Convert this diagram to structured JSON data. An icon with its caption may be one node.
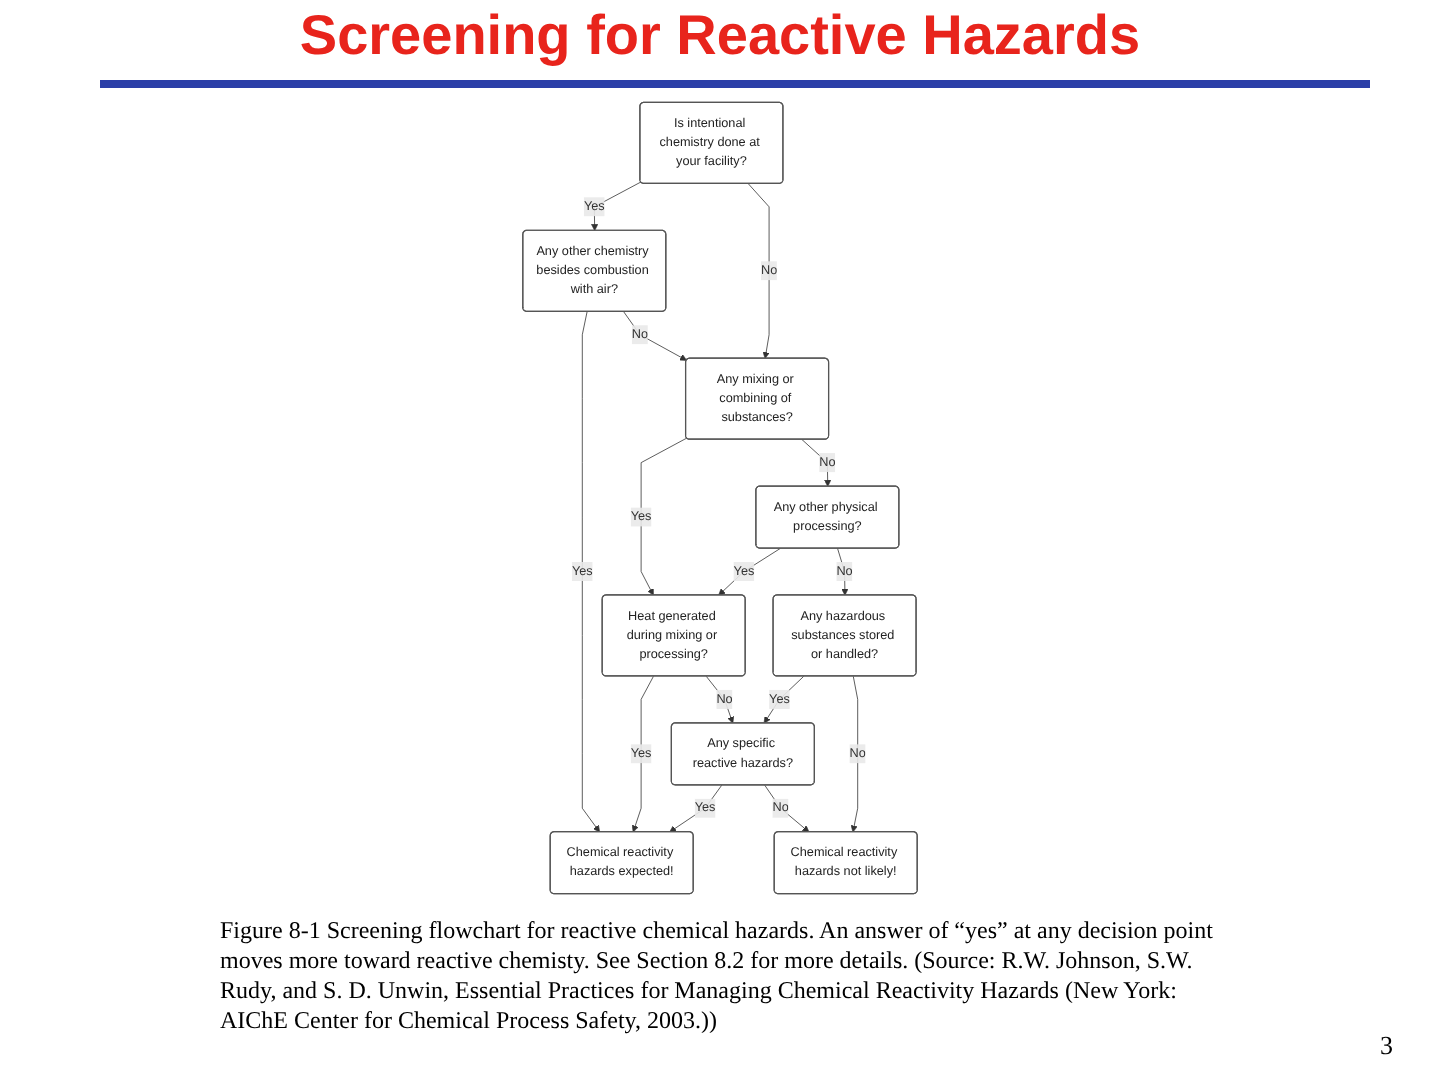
{
  "diagram": {
    "title": "Screening for Reactive Hazards",
    "caption": "Figure 8-1 Screening flowchart for reactive chemical hazards. An answer of “yes” at any decision point moves more toward reactive chemisty. See Section 8.2 for more details. (Source: R.W. Johnson, S.W. Rudy, and S. D. Unwin, Essential Practices for Managing Chemical Reactivity Hazards (New York: AIChE Center for Chemical Process Safety, 2003.))",
    "nodes": [
      {
        "text": [
          "Is intentional chemistry done at your facility?"
        ]
      },
      {
        "text": [
          "Any other chemistry besides combustion with air?"
        ]
      },
      {
        "text": [
          "Any mixing or combining of substances?"
        ]
      },
      {
        "text": [
          "Heat generated during mixing or processing?"
        ]
      },
      {
        "text": [
          "Chemical reactivity hazards expected!"
        ]
      },
      {
        "text": [
          "Any other physical processing?"
        ]
      },
      {
        "text": [
          "Any hazardous substances stored or handled?"
        ]
      },
      {
        "text": [
          "Any specific reactive hazards?"
        ]
      },
      {
        "text": [
          "Chemical reactivity hazards not likely!"
        ]
      }
    ],
    "edges": [
      {
        "from": 0,
        "to": 1,
        "arrow": "to",
        "label": "Yes"
      },
      {
        "from": 1,
        "to": 4,
        "arrow": "to",
        "label": "Yes"
      },
      {
        "from": 0,
        "to": 2,
        "arrow": "to",
        "label": "No"
      },
      {
        "from": 1,
        "to": 2,
        "arrow": "to",
        "label": "No"
      },
      {
        "from": 2,
        "to": 3,
        "arrow": "to",
        "label": "Yes"
      },
      {
        "from": 2,
        "to": 5,
        "arrow": "to",
        "label": "No"
      },
      {
        "from": 5,
        "to": 3,
        "arrow": "to",
        "label": "Yes"
      },
      {
        "from": 3,
        "to": 4,
        "arrow": "to",
        "label": "Yes"
      },
      {
        "from": 5,
        "to": 6,
        "arrow": "to",
        "label": "No"
      },
      {
        "from": 3,
        "to": 7,
        "arrow": "to",
        "label": "No"
      },
      {
        "from": 6,
        "to": 7,
        "arrow": "to",
        "label": "Yes"
      },
      {
        "from": 7,
        "to": 4,
        "arrow": "to",
        "label": "Yes"
      },
      {
        "from": 6,
        "to": 8,
        "arrow": "to",
        "label": "No"
      },
      {
        "from": 7,
        "to": 8,
        "arrow": "to",
        "label": "No"
      }
    ],
    "labels": [
      "3"
    ]
  }
}
